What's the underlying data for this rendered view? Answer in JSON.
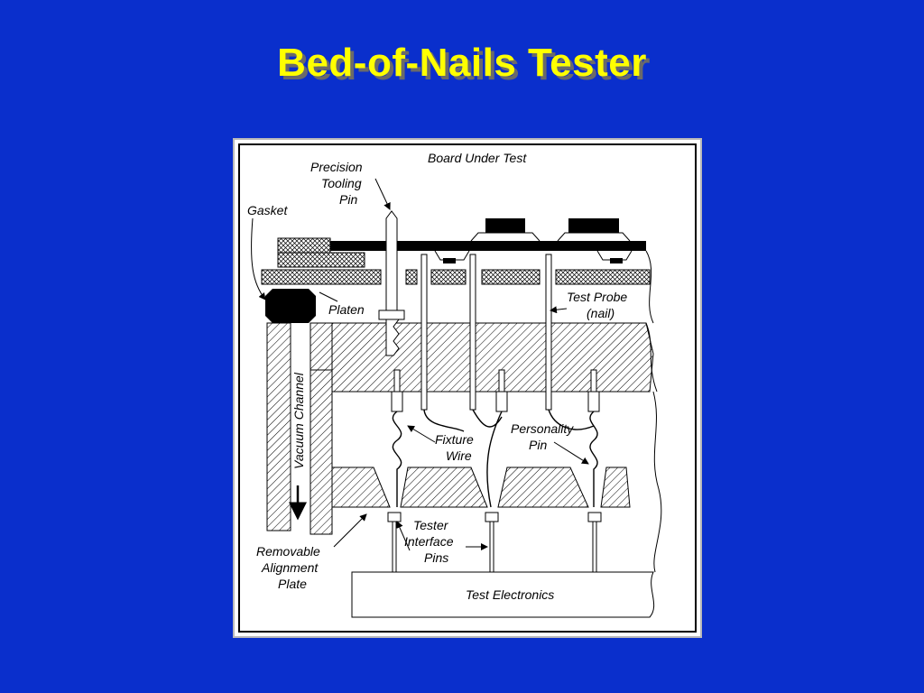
{
  "slide": {
    "title": "Bed-of-Nails Tester"
  },
  "colors": {
    "background": "#0a2fcc",
    "title": "#ffff00",
    "title_shadow": "#6a6a6a"
  },
  "diagram": {
    "labels": {
      "board_under_test": "Board Under Test",
      "precision_tooling_pin": [
        "Precision",
        "Tooling",
        "Pin"
      ],
      "gasket": "Gasket",
      "platen": "Platen",
      "test_probe": [
        "Test Probe",
        "(nail)"
      ],
      "vacuum_channel": "Vacuum Channel",
      "fixture_wire": [
        "Fixture",
        "Wire"
      ],
      "personality_pin": [
        "Personality",
        "Pin"
      ],
      "tester_interface_pins": [
        "Tester",
        "Interface",
        "Pins"
      ],
      "removable_alignment_plate": [
        "Removable",
        "Alignment",
        "Plate"
      ],
      "test_electronics": "Test Electronics"
    }
  }
}
